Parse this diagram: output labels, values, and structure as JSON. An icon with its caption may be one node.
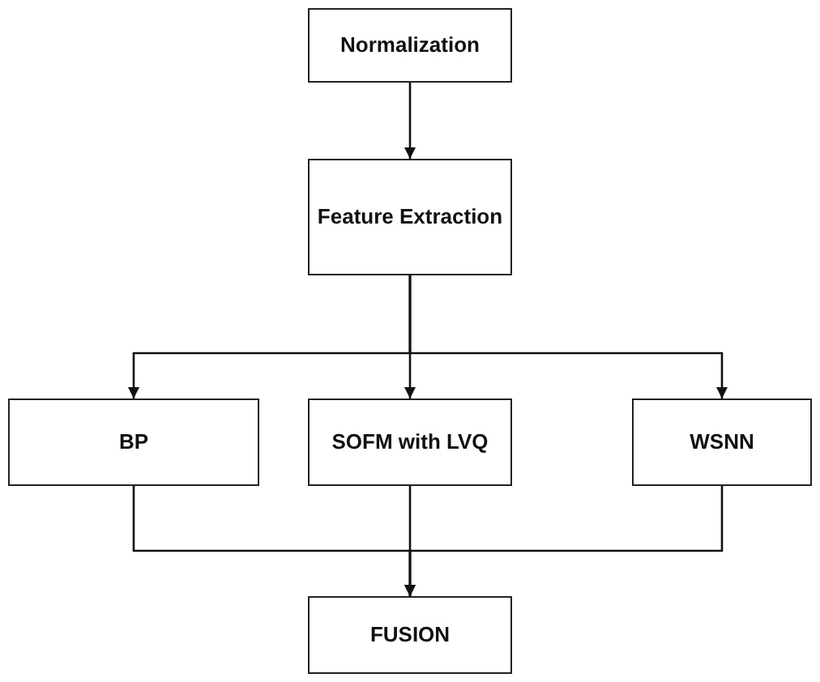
{
  "diagram": {
    "nodes": [
      {
        "text": [
          "Normalization"
        ]
      },
      {
        "text": [
          "Feature Extraction"
        ]
      },
      {
        "text": [
          "BP"
        ]
      },
      {
        "text": [
          "SOFM with LVQ"
        ]
      },
      {
        "text": [
          "WSNN"
        ]
      },
      {
        "text": [
          "FUSION"
        ]
      }
    ],
    "edges": [
      {
        "from": 0,
        "to": 1,
        "arrow": "to"
      },
      {
        "from": 1,
        "to": 2,
        "arrow": "to"
      },
      {
        "from": 1,
        "to": 3,
        "arrow": "to"
      },
      {
        "from": 1,
        "to": 4,
        "arrow": "to"
      },
      {
        "from": 2,
        "to": 5,
        "arrow": "to"
      },
      {
        "from": 3,
        "to": 5,
        "arrow": "to"
      },
      {
        "from": 4,
        "to": 5,
        "arrow": "to"
      }
    ]
  }
}
